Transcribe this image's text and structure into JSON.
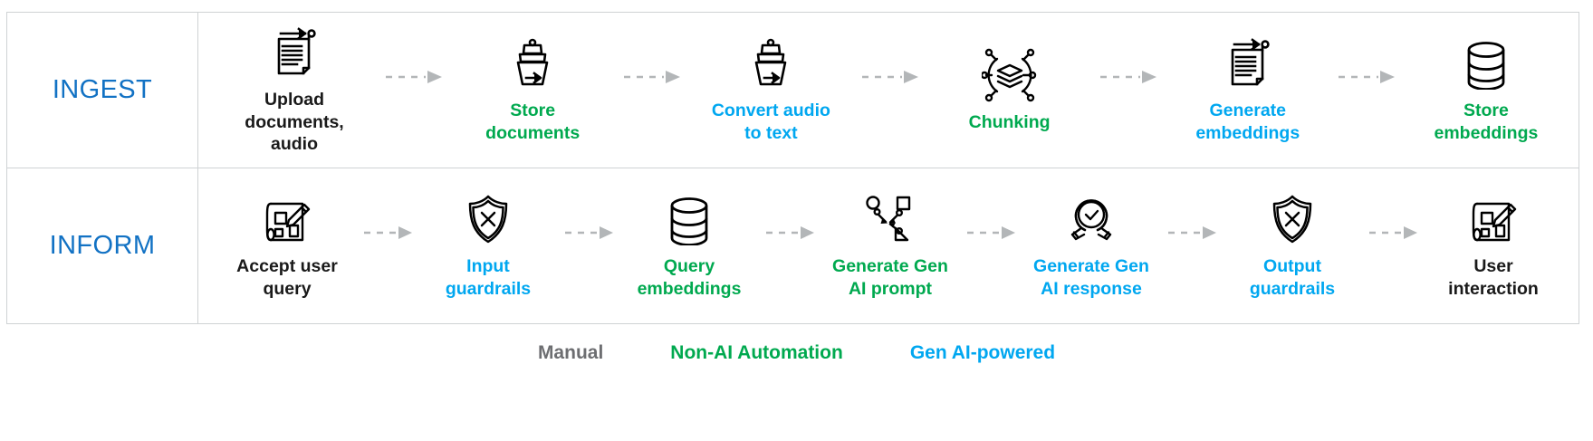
{
  "legend_colors": {
    "manual": "#6d6e71",
    "non_ai_automation": "#00a94f",
    "gen_ai_powered": "#00a7f0",
    "phase_label": "#1272c4",
    "arrow": "#b3b6b8",
    "border": "#cfd2d4"
  },
  "rows": [
    {
      "phase": "INGEST",
      "steps": [
        {
          "label": "Upload documents,\naudio",
          "category": "manual",
          "icon": "document-export-icon"
        },
        {
          "label": "Store\ndocuments",
          "category": "non-ai",
          "icon": "archive-box-icon"
        },
        {
          "label": "Convert audio\nto text",
          "category": "gen-ai",
          "icon": "archive-box-icon"
        },
        {
          "label": "Chunking",
          "category": "non-ai",
          "icon": "layers-network-icon"
        },
        {
          "label": "Generate\nembeddings",
          "category": "gen-ai",
          "icon": "document-export-icon"
        },
        {
          "label": "Store\nembeddings",
          "category": "non-ai",
          "icon": "database-icon"
        }
      ]
    },
    {
      "phase": "INFORM",
      "steps": [
        {
          "label": "Accept user\nquery",
          "category": "manual",
          "icon": "blueprint-edit-icon"
        },
        {
          "label": "Input\nguardrails",
          "category": "gen-ai",
          "icon": "shield-x-icon"
        },
        {
          "label": "Query\nembeddings",
          "category": "non-ai",
          "icon": "database-icon"
        },
        {
          "label": "Generate Gen\nAI prompt",
          "category": "non-ai",
          "icon": "shapes-converge-icon"
        },
        {
          "label": "Generate Gen\nAI response",
          "category": "gen-ai",
          "icon": "lightbulbs-check-icon"
        },
        {
          "label": "Output\nguardrails",
          "category": "gen-ai",
          "icon": "shield-x-icon"
        },
        {
          "label": "User\ninteraction",
          "category": "manual",
          "icon": "blueprint-edit-icon"
        }
      ]
    }
  ],
  "legend": [
    {
      "label": "Manual",
      "key": "manual"
    },
    {
      "label": "Non-AI Automation",
      "key": "non-ai"
    },
    {
      "label": "Gen AI-powered",
      "key": "gen-ai"
    }
  ]
}
